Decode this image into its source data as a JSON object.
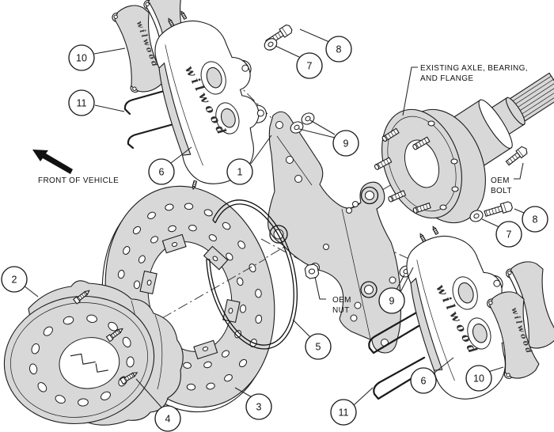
{
  "diagram": {
    "type": "exploded-parts-diagram",
    "brand": "wilwood",
    "colors": {
      "part_shade": "#d8d8d8",
      "line": "#1b1b1b",
      "background": "#ffffff"
    },
    "labels": {
      "front_of_vehicle": "FRONT OF VEHICLE",
      "existing_axle_line1": "EXISTING AXLE, BEARING,",
      "existing_axle_line2": "AND FLANGE",
      "oem_bolt_line1": "OEM",
      "oem_bolt_line2": "BOLT",
      "oem_nut_line1": "OEM",
      "oem_nut_line2": "NUT"
    },
    "callouts": [
      {
        "number": "10"
      },
      {
        "number": "11"
      },
      {
        "number": "6"
      },
      {
        "number": "1"
      },
      {
        "number": "7"
      },
      {
        "number": "8"
      },
      {
        "number": "9"
      },
      {
        "number": "2"
      },
      {
        "number": "4"
      },
      {
        "number": "3"
      },
      {
        "number": "5"
      },
      {
        "number": "11"
      },
      {
        "number": "6"
      },
      {
        "number": "9"
      },
      {
        "number": "7"
      },
      {
        "number": "8"
      },
      {
        "number": "10"
      }
    ]
  }
}
